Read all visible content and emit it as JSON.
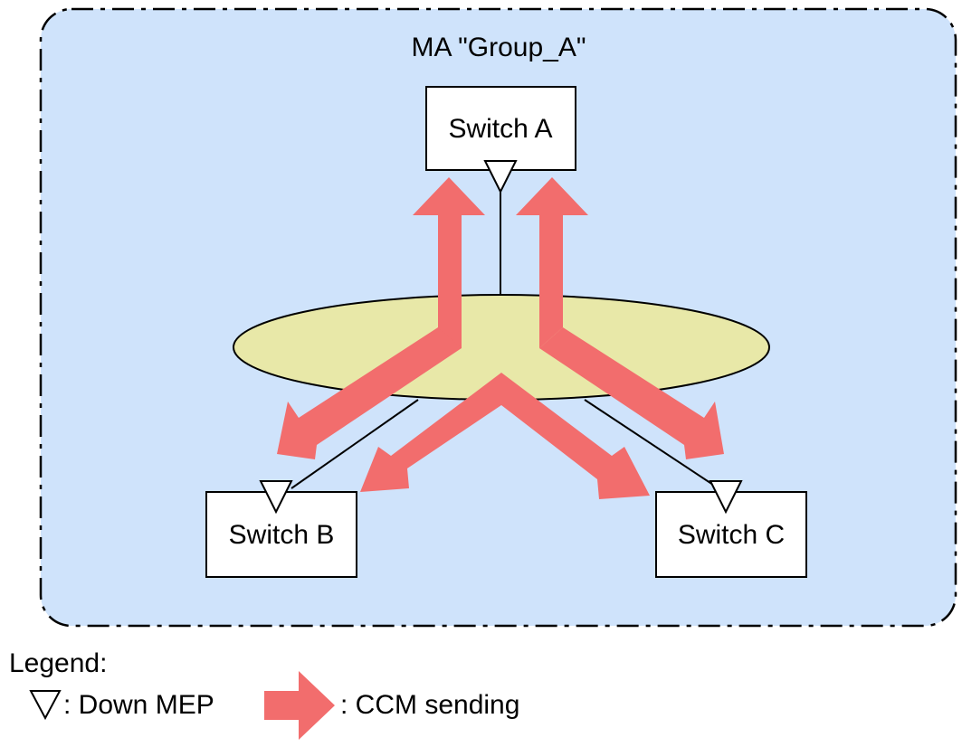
{
  "diagram": {
    "domain_label": "MA \"Group_A\"",
    "switches": {
      "a": "Switch A",
      "b": "Switch B",
      "c": "Switch C"
    }
  },
  "legend": {
    "title": "Legend:",
    "mep_label": ": Down MEP",
    "ccm_label": ": CCM sending"
  },
  "colors": {
    "domain_fill": "#cfe3fb",
    "ellipse_fill": "#e8e8a8",
    "arrow_fill": "#f26d6d",
    "box_fill": "#ffffff",
    "stroke": "#000000"
  },
  "icons": {
    "mep": "down-triangle-icon",
    "ccm": "thick-arrow-icon"
  }
}
